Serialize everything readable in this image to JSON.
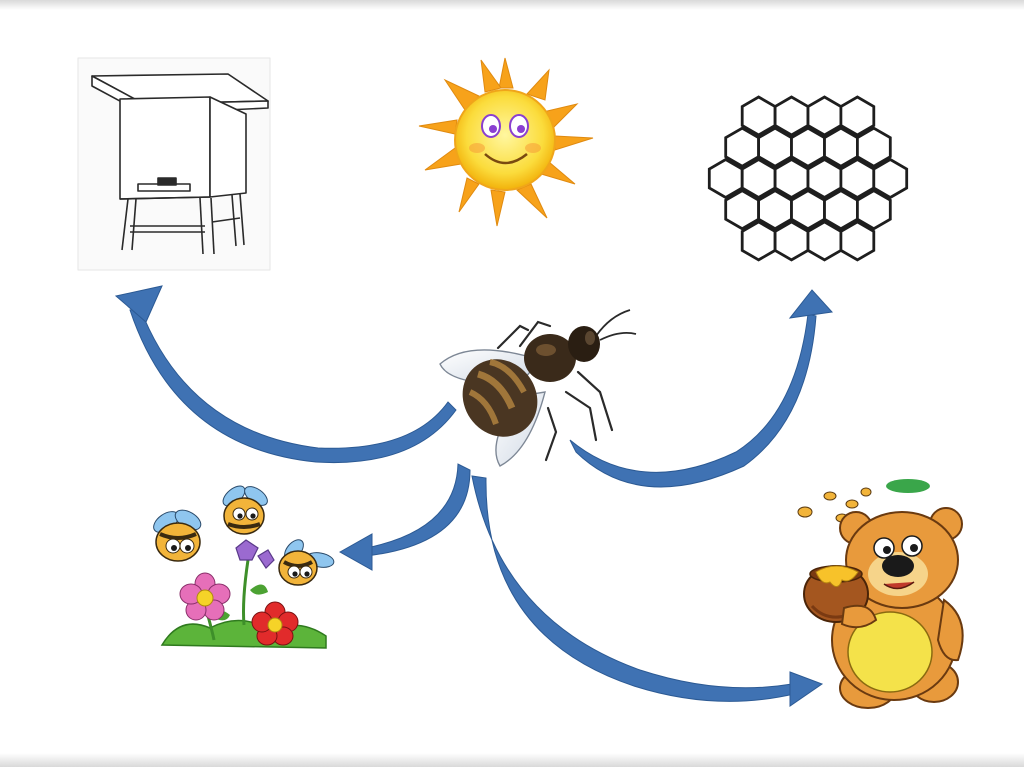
{
  "diagram": {
    "colors": {
      "arrow": "#3f72b3",
      "arrow_edge": "#2c5a94",
      "outline": "#2a2a2a",
      "sun_ray": "#f7a21a",
      "sun_face": "#fbdc3c",
      "sun_eye": "#8a3fd1",
      "bee_body": "#4a3622",
      "bee_stripe": "#a0763a",
      "bee_wing": "#dfe6ef",
      "flower_pink": "#e66fb9",
      "flower_red": "#e12b2b",
      "flower_purple": "#9b6ad0",
      "flower_center": "#f5d328",
      "grass": "#5cb43a",
      "cartoon_bee_body": "#f2b43a",
      "cartoon_bee_wing": "#8fc6ef",
      "bear_fur": "#e89a3c",
      "bear_belly": "#f4e24a",
      "honey_pot": "#a4561f",
      "honey": "#f7c22a"
    },
    "center": {
      "name": "honey-bee",
      "icon": "bee-icon"
    },
    "nodes": [
      {
        "name": "beehive",
        "icon": "beehive-icon"
      },
      {
        "name": "sun",
        "icon": "sun-icon"
      },
      {
        "name": "honeycomb",
        "icon": "honeycomb-icon"
      },
      {
        "name": "flowers-with-bees",
        "icon": "flowers-icon"
      },
      {
        "name": "bear-with-honey",
        "icon": "bear-icon"
      }
    ],
    "arrows": [
      {
        "from": "honey-bee",
        "to": "beehive"
      },
      {
        "from": "honey-bee",
        "to": "honeycomb"
      },
      {
        "from": "honey-bee",
        "to": "flowers-with-bees"
      },
      {
        "from": "honey-bee",
        "to": "bear-with-honey"
      }
    ]
  }
}
